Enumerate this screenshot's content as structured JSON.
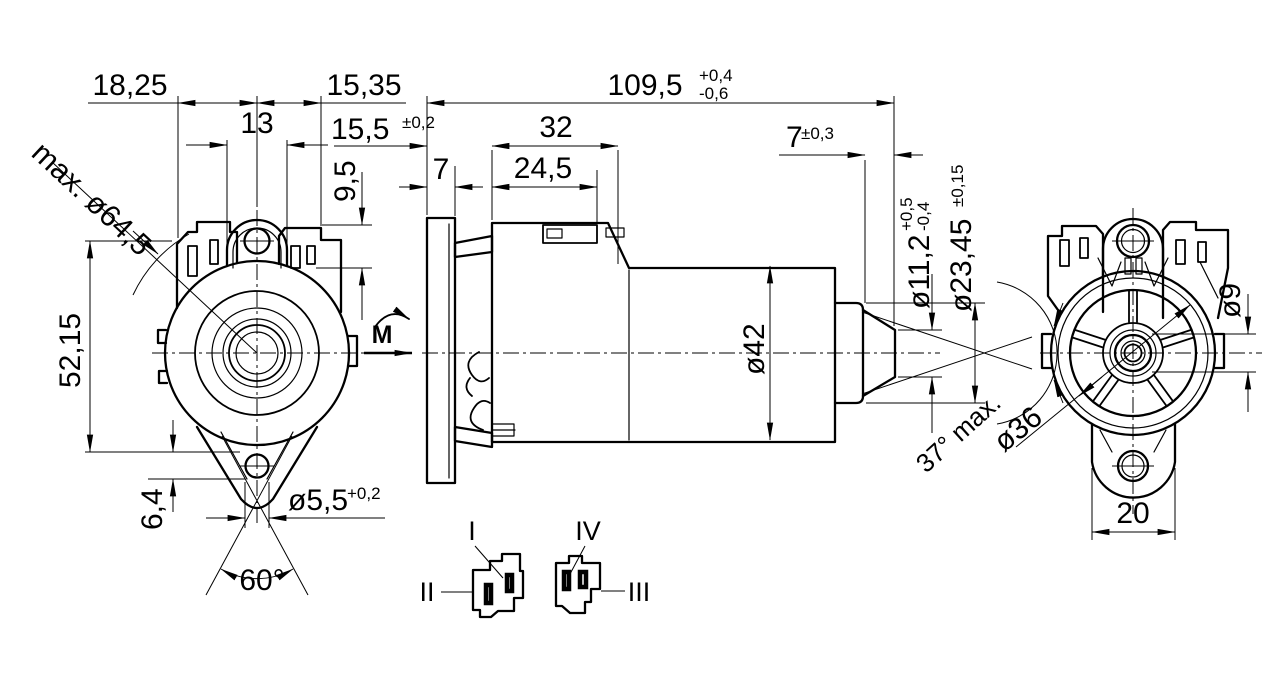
{
  "drawing": {
    "front_view": {
      "dim_18_25": "18,25",
      "dim_15_35": "15,35",
      "dim_13": "13",
      "dim_9_5": "9,5",
      "dim_max_swing": "max. ø64,5",
      "dim_52_15": "52,15",
      "dim_6_4": "6,4",
      "dim_hole_dia": "ø5,5",
      "dim_hole_tol": "+0,2",
      "dim_angle_60": "60°"
    },
    "side_view": {
      "dim_length": "109,5",
      "dim_length_tol_plus": "+0,4",
      "dim_length_tol_minus": "-0,6",
      "dim_15_5": "15,5",
      "dim_15_5_tol": "±0,2",
      "dim_32": "32",
      "dim_flange_7": "7",
      "dim_24_5": "24,5",
      "dim_shaft_7": "7",
      "dim_shaft_7_tol": "±0,3",
      "dim_body_dia": "ø42",
      "dim_shaft_tip_dia": "ø11,2",
      "dim_shaft_tip_tol_plus": "+0,5",
      "dim_shaft_tip_tol_minus": "-0,4",
      "dim_boss_dia": "ø23,45",
      "dim_boss_tol": "±0,15",
      "torque_label": "M",
      "dim_angle_37": "37° max."
    },
    "rear_view": {
      "dim_bore_dia": "ø9",
      "dim_face_dia": "ø36",
      "dim_tab_width": "20"
    },
    "connector_detail": {
      "terminal_1": "I",
      "terminal_2": "II",
      "terminal_3": "III",
      "terminal_4": "IV"
    }
  },
  "colors": {
    "line": "#000000",
    "background": "#ffffff"
  }
}
